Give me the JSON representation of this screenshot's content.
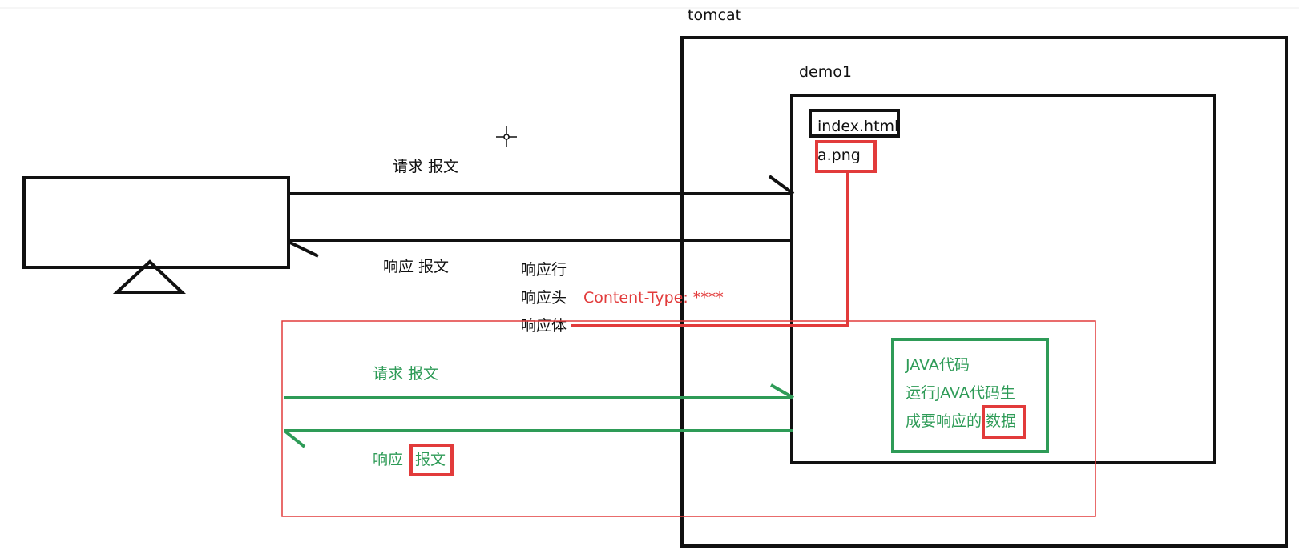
{
  "labels": {
    "tomcat": "tomcat",
    "demo1": "demo1",
    "index_file": "index.html",
    "png_file": "a.png",
    "request_top": "请求 报文",
    "response_top": "响应 报文",
    "resp_line": "响应行",
    "resp_header": "响应头",
    "resp_body": "响应体",
    "content_type": "Content-Type: ****",
    "request_bottom": "请求 报文",
    "response_bottom_prefix": "响应",
    "response_bottom_boxed": "报文",
    "java_line1": "JAVA代码",
    "java_line2": "运行JAVA代码生",
    "java_line3_prefix": "成要响应的",
    "java_line3_boxed": "数据"
  },
  "colors": {
    "black": "#111111",
    "red": "#e23b3b",
    "green": "#2e9b57",
    "background": "#ffffff"
  },
  "icons": {
    "cursor": "crosshair-cursor-icon"
  }
}
